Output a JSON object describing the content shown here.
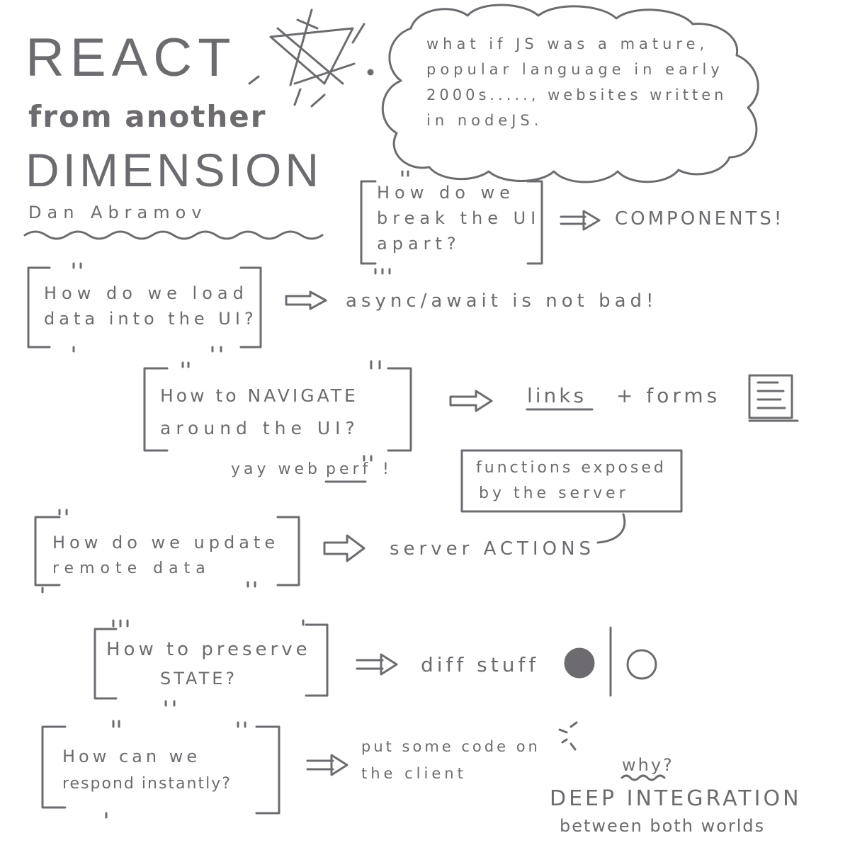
{
  "header": {
    "title_line1": "REACT",
    "title_line2": "from another",
    "title_line3": "DIMENSION",
    "author": "Dan Abramov"
  },
  "thought_bubble": {
    "lines": [
      "what if JS was a mature,",
      "popular language in early",
      "2000s....., websites written",
      "in nodeJS."
    ]
  },
  "flow": [
    {
      "question_lines": [
        "How do we",
        "break the UI",
        "apart?"
      ],
      "answer": "COMPONENTS!"
    },
    {
      "question_lines": [
        "How do we load",
        "data into the UI?"
      ],
      "answer": "async/await is not bad!"
    },
    {
      "question_lines": [
        "How to NAVIGATE",
        "around the UI?"
      ],
      "answer_underlined": "links",
      "answer_rest": "+ forms",
      "note_prefix": "yay web ",
      "note_underlined": "perf",
      "note_suffix": "!"
    },
    {
      "question_lines": [
        "How do we update",
        "remote data"
      ],
      "answer": "server ACTIONS",
      "callout_lines": [
        "functions exposed",
        "by the server"
      ]
    },
    {
      "question_lines": [
        "How to preserve",
        "STATE?"
      ],
      "answer": "diff stuff"
    },
    {
      "question_lines": [
        "How can we",
        "respond instantly?"
      ],
      "answer_lines": [
        "put some code on",
        "the client"
      ]
    }
  ],
  "conclusion": {
    "why": "why?",
    "line1": "DEEP INTEGRATION",
    "line2": "between both worlds"
  },
  "colors": {
    "ink": "#6e6b70",
    "background": "#ffffff"
  }
}
